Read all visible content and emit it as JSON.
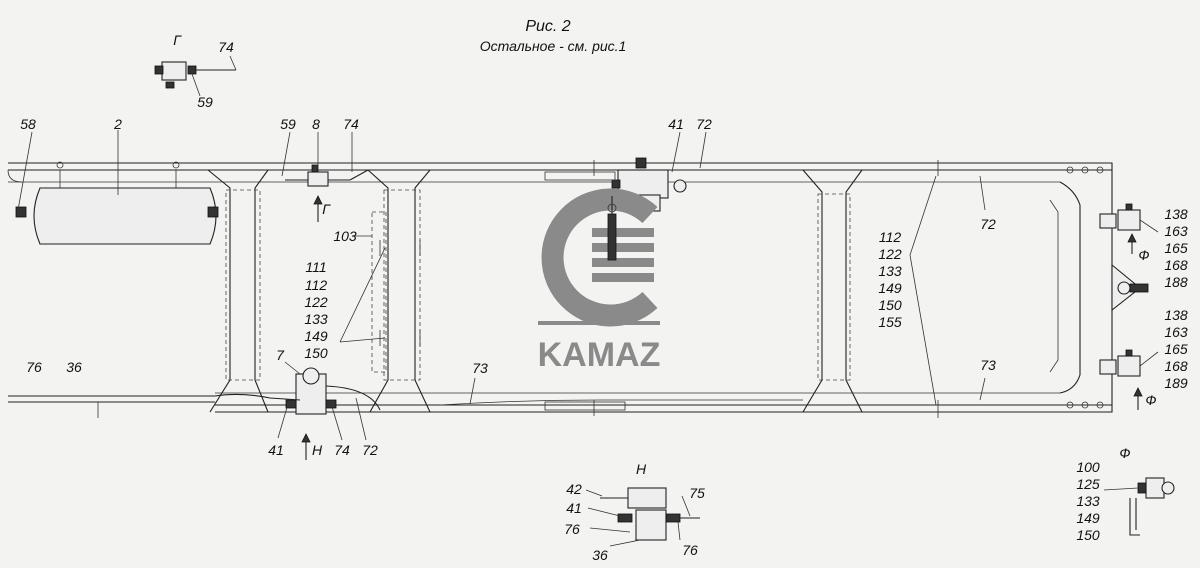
{
  "title": "Рис. 2",
  "subtitle": "Остальное - см. рис.1",
  "logo": {
    "text": "KAMAZ",
    "color": "#8a8a8a"
  },
  "labels": [
    {
      "id": "g-view",
      "text": "Г"
    },
    {
      "id": "g-74",
      "text": "74"
    },
    {
      "id": "g-59",
      "text": "59"
    },
    {
      "id": "l58",
      "text": "58"
    },
    {
      "id": "l2",
      "text": "2"
    },
    {
      "id": "l59",
      "text": "59"
    },
    {
      "id": "l8",
      "text": "8"
    },
    {
      "id": "l74-top",
      "text": "74"
    },
    {
      "id": "l41-top",
      "text": "41"
    },
    {
      "id": "l72-top",
      "text": "72"
    },
    {
      "id": "arrow-g",
      "text": "Г"
    },
    {
      "id": "l103",
      "text": "103"
    },
    {
      "id": "grp1-111",
      "text": "111"
    },
    {
      "id": "grp1-112",
      "text": "112"
    },
    {
      "id": "grp1-122",
      "text": "122"
    },
    {
      "id": "grp1-133",
      "text": "133"
    },
    {
      "id": "grp1-149",
      "text": "149"
    },
    {
      "id": "grp1-150",
      "text": "150"
    },
    {
      "id": "grp2-112",
      "text": "112"
    },
    {
      "id": "grp2-122",
      "text": "122"
    },
    {
      "id": "grp2-133",
      "text": "133"
    },
    {
      "id": "grp2-149",
      "text": "149"
    },
    {
      "id": "grp2-150",
      "text": "150"
    },
    {
      "id": "grp2-155",
      "text": "155"
    },
    {
      "id": "l72-right",
      "text": "72"
    },
    {
      "id": "l73-right",
      "text": "73"
    },
    {
      "id": "l73-mid",
      "text": "73"
    },
    {
      "id": "l76-left",
      "text": "76"
    },
    {
      "id": "l36-left",
      "text": "36"
    },
    {
      "id": "l7",
      "text": "7"
    },
    {
      "id": "l41-bot",
      "text": "41"
    },
    {
      "id": "arrow-n",
      "text": "Н"
    },
    {
      "id": "l74-bot",
      "text": "74"
    },
    {
      "id": "l72-bot",
      "text": "72"
    },
    {
      "id": "r1-138",
      "text": "138"
    },
    {
      "id": "r1-163",
      "text": "163"
    },
    {
      "id": "r1-165",
      "text": "165"
    },
    {
      "id": "r1-168",
      "text": "168"
    },
    {
      "id": "r1-188",
      "text": "188"
    },
    {
      "id": "arrow-f1",
      "text": "Ф"
    },
    {
      "id": "r2-138",
      "text": "138"
    },
    {
      "id": "r2-163",
      "text": "163"
    },
    {
      "id": "r2-165",
      "text": "165"
    },
    {
      "id": "r2-168",
      "text": "168"
    },
    {
      "id": "r2-189",
      "text": "189"
    },
    {
      "id": "arrow-f2",
      "text": "Ф"
    },
    {
      "id": "n-view",
      "text": "Н"
    },
    {
      "id": "n-42",
      "text": "42"
    },
    {
      "id": "n-41",
      "text": "41"
    },
    {
      "id": "n-76a",
      "text": "76"
    },
    {
      "id": "n-36",
      "text": "36"
    },
    {
      "id": "n-75",
      "text": "75"
    },
    {
      "id": "n-76b",
      "text": "76"
    },
    {
      "id": "f-view",
      "text": "Ф"
    },
    {
      "id": "f-100",
      "text": "100"
    },
    {
      "id": "f-125",
      "text": "125"
    },
    {
      "id": "f-133",
      "text": "133"
    },
    {
      "id": "f-149",
      "text": "149"
    },
    {
      "id": "f-150",
      "text": "150"
    }
  ]
}
